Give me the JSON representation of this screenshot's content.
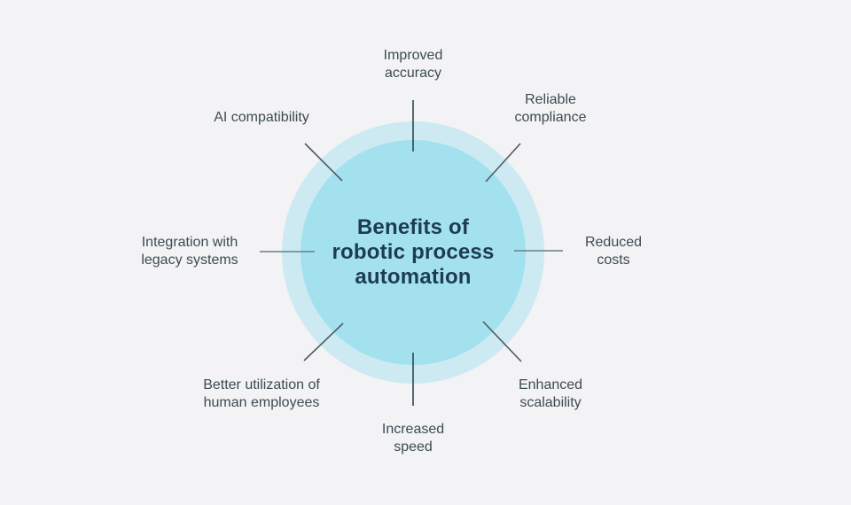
{
  "diagram": {
    "title": {
      "text": "Benefits of robotic process automation",
      "lines": [
        "Benefits of",
        "robotic process",
        "automation"
      ]
    },
    "items": [
      {
        "id": "improved-accuracy",
        "position": "top",
        "text": "Improved accuracy",
        "lines": [
          "Improved",
          "accuracy"
        ]
      },
      {
        "id": "reliable-compliance",
        "position": "top-right",
        "text": "Reliable compliance",
        "lines": [
          "Reliable",
          "compliance"
        ]
      },
      {
        "id": "reduced-costs",
        "position": "right",
        "text": "Reduced costs",
        "lines": [
          "Reduced",
          "costs"
        ]
      },
      {
        "id": "enhanced-scalability",
        "position": "bottom-right",
        "text": "Enhanced scalability",
        "lines": [
          "Enhanced",
          "scalability"
        ]
      },
      {
        "id": "increased-speed",
        "position": "bottom",
        "text": "Increased speed",
        "lines": [
          "Increased",
          "speed"
        ]
      },
      {
        "id": "better-utilization",
        "position": "bottom-left",
        "text": "Better utilization of human employees",
        "lines": [
          "Better utilization of",
          "human employees"
        ]
      },
      {
        "id": "legacy-integration",
        "position": "left",
        "text": "Integration with legacy systems",
        "lines": [
          "Integration with",
          "legacy systems"
        ]
      },
      {
        "id": "ai-compatibility",
        "position": "top-left",
        "text": "AI compatibility",
        "lines": [
          "AI compatibility"
        ]
      }
    ]
  },
  "colors": {
    "bg": "#f3f2f4",
    "outer-circle": "#cdeaf3",
    "inner-circle": "#a3e1ef",
    "title-color": "#1d3d4f",
    "label-color": "#3c4c53",
    "line-vertical": "#2c4850",
    "line-diagonal": "#4d5a63",
    "line-horizontal": "#64808a"
  }
}
